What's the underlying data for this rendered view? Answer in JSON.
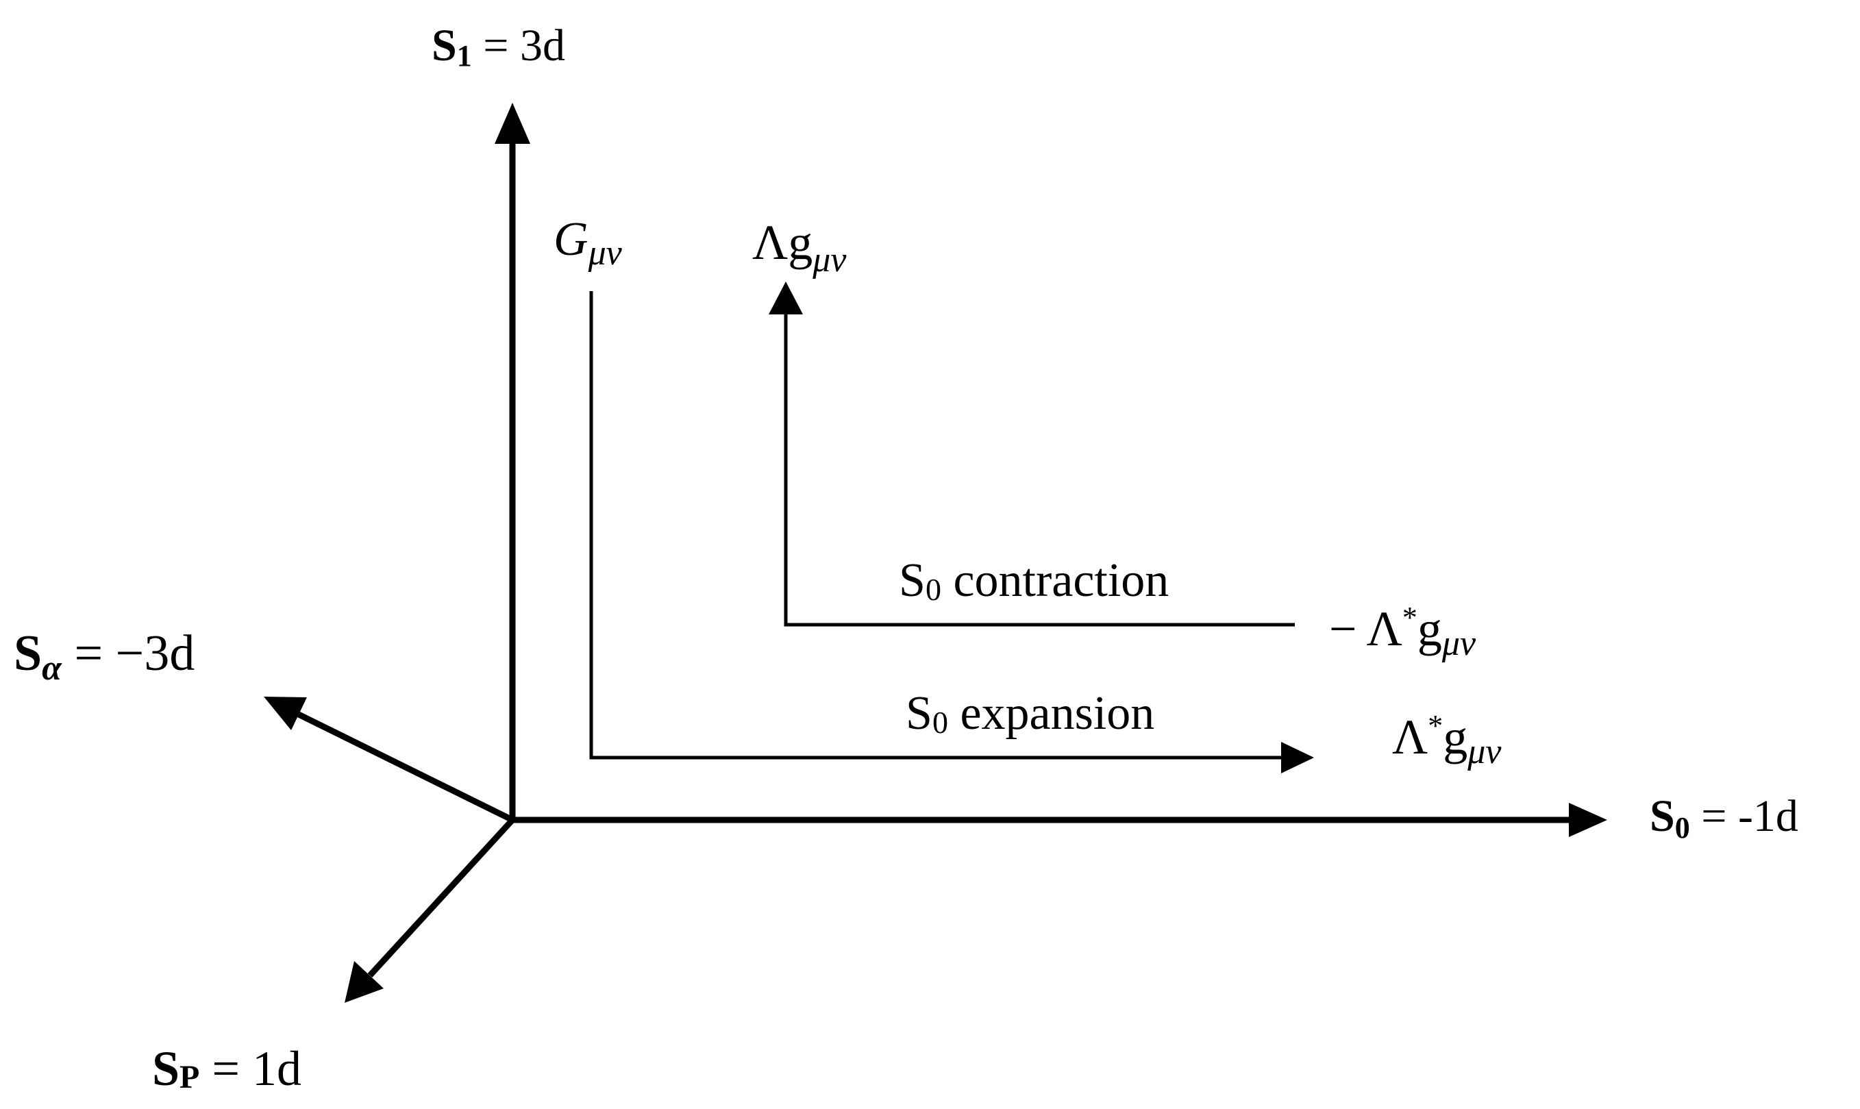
{
  "colors": {
    "stroke": "#000000",
    "background": "#ffffff"
  },
  "axes": {
    "s1": {
      "symbol": "S",
      "sub": "1",
      "rest": " = 3d"
    },
    "s0": {
      "symbol": "S",
      "sub": "0",
      "rest": " = -1d"
    },
    "s_alpha": {
      "symbol": "S",
      "sub": "α",
      "rest": " = −3d"
    },
    "s_p": {
      "symbol": "S",
      "sub": "P",
      "rest": " = 1d"
    }
  },
  "tensors": {
    "g_mu_nu": {
      "symbol": "G",
      "sub": "μν"
    },
    "lambda_g": {
      "symbol": "Λg",
      "sub": "μν"
    },
    "neg_lambda_star_g": {
      "prefix": "− ",
      "symbol": "Λ",
      "sup": "*",
      "symbol2": "g",
      "sub": "μν"
    },
    "lambda_star_g": {
      "symbol": "Λ",
      "sup": "*",
      "symbol2": "g",
      "sub": "μν"
    }
  },
  "paths": {
    "contraction": {
      "symbol": "S",
      "sub": "0",
      "rest": " contraction"
    },
    "expansion": {
      "symbol": "S",
      "sub": "0",
      "rest": " expansion"
    }
  }
}
